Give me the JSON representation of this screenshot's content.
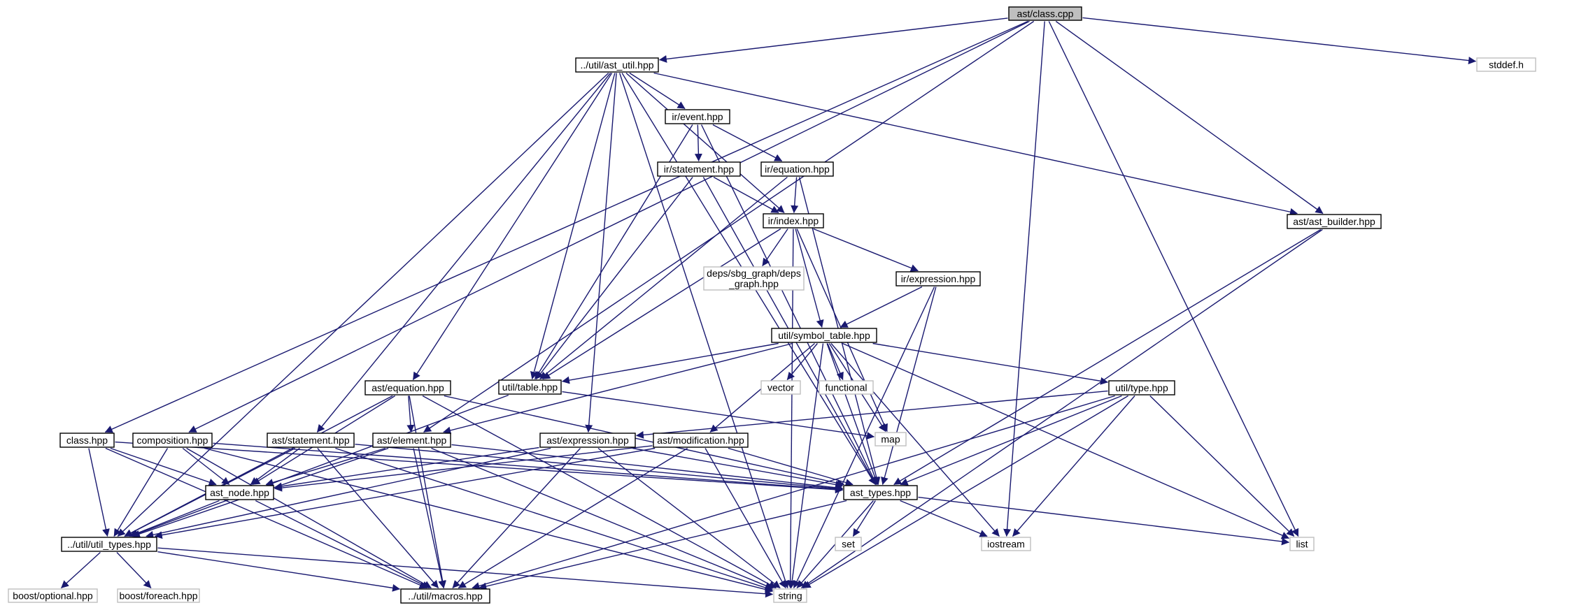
{
  "colors": {
    "edge": "#191970",
    "node_border": "#000000",
    "external_border": "#bfbfbf",
    "root_fill": "#bfbfbf",
    "node_fill": "#ffffff",
    "external_text": "#000000"
  },
  "nodes": [
    {
      "id": "n0",
      "label": "ast/class.cpp",
      "kind": "root"
    },
    {
      "id": "n1",
      "label": "../util/ast_util.hpp",
      "kind": "file"
    },
    {
      "id": "n2",
      "label": "stddef.h",
      "kind": "external"
    },
    {
      "id": "n3",
      "label": "ir/event.hpp",
      "kind": "file"
    },
    {
      "id": "n4",
      "label": "ir/statement.hpp",
      "kind": "file"
    },
    {
      "id": "n5",
      "label": "ir/equation.hpp",
      "kind": "file"
    },
    {
      "id": "n6",
      "label": "ast/ast_builder.hpp",
      "kind": "file"
    },
    {
      "id": "n7",
      "label": "ir/index.hpp",
      "kind": "file"
    },
    {
      "id": "n8",
      "label": "deps/sbg_graph/deps\n_graph.hpp",
      "kind": "external"
    },
    {
      "id": "n9",
      "label": "ir/expression.hpp",
      "kind": "file"
    },
    {
      "id": "n10",
      "label": "util/symbol_table.hpp",
      "kind": "file"
    },
    {
      "id": "n11",
      "label": "vector",
      "kind": "external"
    },
    {
      "id": "n12",
      "label": "functional",
      "kind": "external"
    },
    {
      "id": "n13",
      "label": "util/table.hpp",
      "kind": "file"
    },
    {
      "id": "n14",
      "label": "util/type.hpp",
      "kind": "file"
    },
    {
      "id": "n15",
      "label": "ast/equation.hpp",
      "kind": "file"
    },
    {
      "id": "n16",
      "label": "map",
      "kind": "external"
    },
    {
      "id": "n17",
      "label": "class.hpp",
      "kind": "file"
    },
    {
      "id": "n18",
      "label": "composition.hpp",
      "kind": "file"
    },
    {
      "id": "n19",
      "label": "ast/statement.hpp",
      "kind": "file"
    },
    {
      "id": "n20",
      "label": "ast/element.hpp",
      "kind": "file"
    },
    {
      "id": "n21",
      "label": "ast/expression.hpp",
      "kind": "file"
    },
    {
      "id": "n22",
      "label": "ast/modification.hpp",
      "kind": "file"
    },
    {
      "id": "n23",
      "label": "ast_node.hpp",
      "kind": "file"
    },
    {
      "id": "n24",
      "label": "ast_types.hpp",
      "kind": "file"
    },
    {
      "id": "n25",
      "label": "../util/util_types.hpp",
      "kind": "file"
    },
    {
      "id": "n26",
      "label": "set",
      "kind": "external"
    },
    {
      "id": "n27",
      "label": "iostream",
      "kind": "external"
    },
    {
      "id": "n28",
      "label": "list",
      "kind": "external"
    },
    {
      "id": "n29",
      "label": "boost/optional.hpp",
      "kind": "external"
    },
    {
      "id": "n30",
      "label": "boost/foreach.hpp",
      "kind": "external"
    },
    {
      "id": "n31",
      "label": "../util/macros.hpp",
      "kind": "file"
    },
    {
      "id": "n32",
      "label": "string",
      "kind": "external"
    }
  ],
  "edges": [
    [
      "n0",
      "n1"
    ],
    [
      "n0",
      "n2"
    ],
    [
      "n0",
      "n6"
    ],
    [
      "n0",
      "n17"
    ],
    [
      "n0",
      "n18"
    ],
    [
      "n0",
      "n20"
    ],
    [
      "n0",
      "n27"
    ],
    [
      "n0",
      "n28"
    ],
    [
      "n1",
      "n3"
    ],
    [
      "n1",
      "n7"
    ],
    [
      "n1",
      "n6"
    ],
    [
      "n1",
      "n13"
    ],
    [
      "n1",
      "n15"
    ],
    [
      "n1",
      "n19"
    ],
    [
      "n1",
      "n21"
    ],
    [
      "n1",
      "n24"
    ],
    [
      "n1",
      "n25"
    ],
    [
      "n1",
      "n32"
    ],
    [
      "n3",
      "n4"
    ],
    [
      "n3",
      "n5"
    ],
    [
      "n3",
      "n13"
    ],
    [
      "n3",
      "n24"
    ],
    [
      "n4",
      "n7"
    ],
    [
      "n4",
      "n13"
    ],
    [
      "n4",
      "n24"
    ],
    [
      "n5",
      "n7"
    ],
    [
      "n5",
      "n13"
    ],
    [
      "n5",
      "n24"
    ],
    [
      "n6",
      "n24"
    ],
    [
      "n6",
      "n32"
    ],
    [
      "n7",
      "n8"
    ],
    [
      "n7",
      "n9"
    ],
    [
      "n7",
      "n10"
    ],
    [
      "n7",
      "n13"
    ],
    [
      "n7",
      "n16"
    ],
    [
      "n7",
      "n32"
    ],
    [
      "n9",
      "n10"
    ],
    [
      "n9",
      "n24"
    ],
    [
      "n9",
      "n32"
    ],
    [
      "n10",
      "n11"
    ],
    [
      "n10",
      "n12"
    ],
    [
      "n10",
      "n13"
    ],
    [
      "n10",
      "n14"
    ],
    [
      "n10",
      "n16"
    ],
    [
      "n10",
      "n20"
    ],
    [
      "n10",
      "n22"
    ],
    [
      "n10",
      "n24"
    ],
    [
      "n10",
      "n27"
    ],
    [
      "n10",
      "n28"
    ],
    [
      "n10",
      "n32"
    ],
    [
      "n13",
      "n16"
    ],
    [
      "n13",
      "n25"
    ],
    [
      "n14",
      "n21"
    ],
    [
      "n14",
      "n24"
    ],
    [
      "n14",
      "n27"
    ],
    [
      "n14",
      "n28"
    ],
    [
      "n14",
      "n31"
    ],
    [
      "n14",
      "n32"
    ],
    [
      "n15",
      "n20"
    ],
    [
      "n15",
      "n23"
    ],
    [
      "n15",
      "n24"
    ],
    [
      "n15",
      "n25"
    ],
    [
      "n15",
      "n31"
    ],
    [
      "n15",
      "n32"
    ],
    [
      "n17",
      "n23"
    ],
    [
      "n17",
      "n24"
    ],
    [
      "n17",
      "n25"
    ],
    [
      "n17",
      "n31"
    ],
    [
      "n18",
      "n23"
    ],
    [
      "n18",
      "n24"
    ],
    [
      "n18",
      "n25"
    ],
    [
      "n18",
      "n31"
    ],
    [
      "n18",
      "n32"
    ],
    [
      "n19",
      "n23"
    ],
    [
      "n19",
      "n24"
    ],
    [
      "n19",
      "n25"
    ],
    [
      "n19",
      "n31"
    ],
    [
      "n19",
      "n32"
    ],
    [
      "n20",
      "n23"
    ],
    [
      "n20",
      "n24"
    ],
    [
      "n20",
      "n25"
    ],
    [
      "n20",
      "n31"
    ],
    [
      "n20",
      "n32"
    ],
    [
      "n21",
      "n23"
    ],
    [
      "n21",
      "n24"
    ],
    [
      "n21",
      "n25"
    ],
    [
      "n21",
      "n31"
    ],
    [
      "n21",
      "n32"
    ],
    [
      "n22",
      "n23"
    ],
    [
      "n22",
      "n24"
    ],
    [
      "n22",
      "n25"
    ],
    [
      "n22",
      "n31"
    ],
    [
      "n22",
      "n32"
    ],
    [
      "n23",
      "n25"
    ],
    [
      "n23",
      "n31"
    ],
    [
      "n24",
      "n26"
    ],
    [
      "n24",
      "n27"
    ],
    [
      "n24",
      "n28"
    ],
    [
      "n24",
      "n31"
    ],
    [
      "n24",
      "n32"
    ],
    [
      "n25",
      "n29"
    ],
    [
      "n25",
      "n30"
    ],
    [
      "n25",
      "n31"
    ],
    [
      "n25",
      "n32"
    ]
  ]
}
